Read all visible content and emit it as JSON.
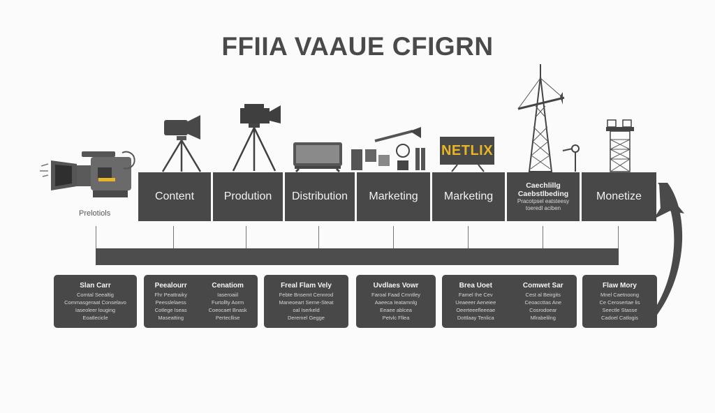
{
  "title": "FFIIA VAAUE CFIGRN",
  "left_caption": "Prelotiols",
  "stages": [
    {
      "label": "Content",
      "icon": "camera-on-tripod-icon"
    },
    {
      "label": "Prodution",
      "icon": "video-camera-tripod-icon"
    },
    {
      "label": "Distribution",
      "icon": "monitor-icon"
    },
    {
      "label": "Marketing",
      "icon": "computers-megaphone-icon"
    },
    {
      "label": "Marketing",
      "icon": "netflix-tv-icon",
      "tv_text": "NETLIX"
    },
    {
      "label": "Caechlillg",
      "line2": "Caebstlbeding",
      "line3": "Pracotpsel eatsteesy",
      "line4": "toeredl aciben",
      "icon": "broadcast-tower-icon"
    },
    {
      "label": "Monetize",
      "icon": "lattice-tower-icon"
    }
  ],
  "cards": [
    {
      "columns": [
        {
          "heading": "Slan Carr",
          "lines": [
            "Comtal Seealtig",
            "Commasgeraat Conselavo",
            "Iaseoleer louging",
            "Eoatlecicle"
          ]
        }
      ]
    },
    {
      "columns": [
        {
          "heading": "Peealourr",
          "lines": [
            "Fhr Peattraiky",
            "Peesslelaess",
            "Cotlege Iseas",
            "Maseatting"
          ]
        },
        {
          "heading": "Cenatiom",
          "lines": [
            "Iaseroaiil",
            "Furtollty Aorm",
            "Coeocaet Bnask",
            "Pertecllise"
          ]
        }
      ]
    },
    {
      "columns": [
        {
          "heading": "Freal Flam Vely",
          "lines": [
            "Febte Bnsemt Cennrod",
            "Maneoeart Serne-Steat",
            "oal Iserkeld",
            "Deremel Gegge"
          ]
        }
      ]
    },
    {
      "columns": [
        {
          "heading": "Uvdlaes Vowr",
          "lines": [
            "Faroal Faad Cmntley",
            "Aaeeca Ieatamnlg",
            "Eeaee ablcea",
            "Petvlc Fllea"
          ]
        }
      ]
    },
    {
      "columns": [
        {
          "heading": "Brea Uoet",
          "lines": [
            "Famel Ihe Cev",
            "Ueaeeer Aeneiee",
            "Oeerteeefleeeae",
            "Dottlaay Tenlica"
          ]
        },
        {
          "heading": "Comwet Sar",
          "lines": [
            "Cest al Beirgits",
            "Ceoaccttas Ane",
            "Cosrodoear",
            "Mlrabelilng"
          ]
        }
      ]
    },
    {
      "columns": [
        {
          "heading": "Flaw Mory",
          "lines": [
            "Mnel Caetnoong",
            "Ce Cerosertae lis",
            "Seectle Stasse",
            "Cadoel Catlogis"
          ]
        }
      ]
    }
  ],
  "colors": {
    "box": "#484848",
    "background": "#fbfbfb",
    "accent_yellow": "#e8b526"
  }
}
